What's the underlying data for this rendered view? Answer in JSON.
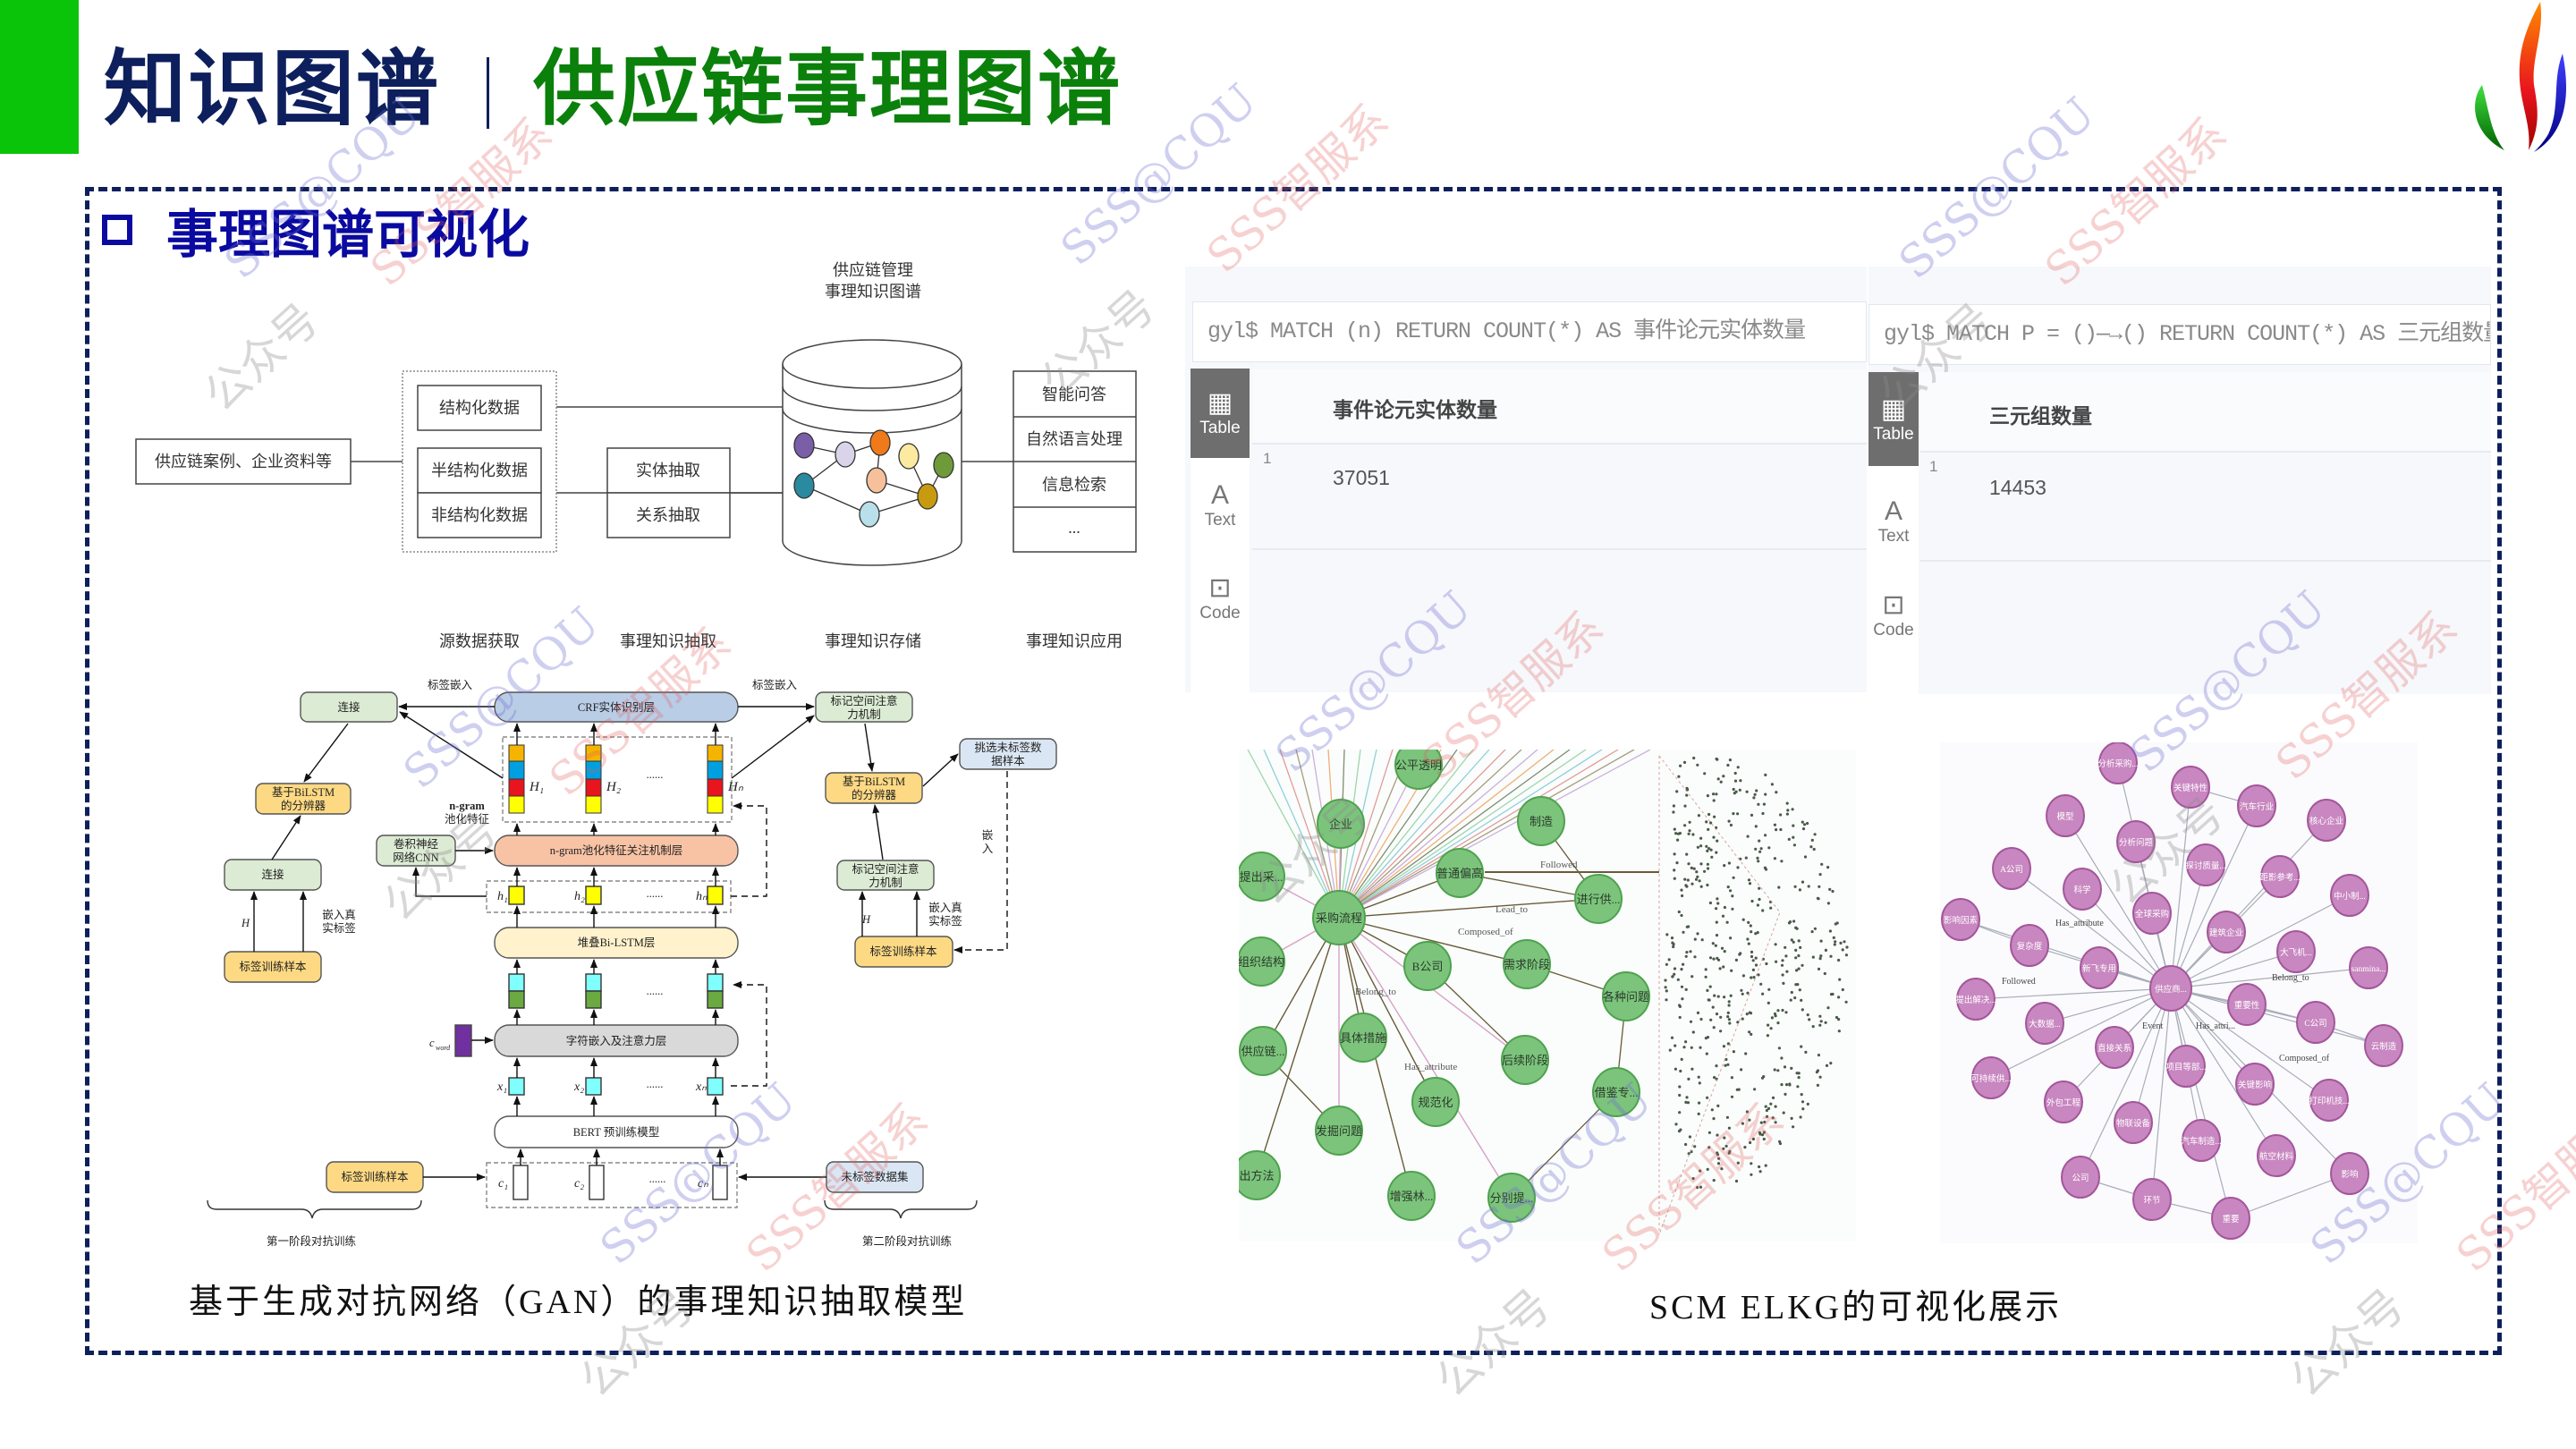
{
  "header": {
    "title_main": "知识图谱",
    "title_sub": "供应链事理图谱"
  },
  "section": {
    "title": "事理图谱可视化"
  },
  "pipeline": {
    "source": "供应链案例、企业资料等",
    "data_types": [
      "结构化数据",
      "半结构化数据",
      "非结构化数据"
    ],
    "extraction": [
      "实体抽取",
      "关系抽取"
    ],
    "kg_title": [
      "供应链管理",
      "事理知识图谱"
    ],
    "applications": [
      "智能问答",
      "自然语言处理",
      "信息检索",
      "..."
    ],
    "stages": [
      "源数据获取",
      "事理知识抽取",
      "事理知识存储",
      "事理知识应用"
    ]
  },
  "gan": {
    "crf": "CRF实体识别层",
    "ngram_layer": "n-gram池化特征关注机制层",
    "bilstm_layer": "堆叠Bi-LSTM层",
    "char_layer": "字符嵌入及注意力层",
    "bert": "BERT 预训练模型",
    "cnn": [
      "卷积神经",
      "网络CNN"
    ],
    "ngram_feature": [
      "n-gram",
      "池化特征"
    ],
    "label_embed": "标签嵌入",
    "concat": "连接",
    "discriminator": [
      "基于BiLSTM",
      "的分辨器"
    ],
    "label_attention": [
      "标记空间注意",
      "力机制"
    ],
    "select_unlabeled": [
      "挑选未标签数",
      "据样本"
    ],
    "label_train": "标签训练样本",
    "unlabeled_set": "未标签数据集",
    "embed_true": [
      "嵌入真",
      "实标签"
    ],
    "embed": [
      "嵌",
      "入"
    ],
    "H": "H",
    "H_cols": [
      "H₁",
      "H₂",
      "Hₙ"
    ],
    "h_cols": [
      "h₁",
      "h₂",
      "hₙ"
    ],
    "x_cols": [
      "x₁",
      "x₂",
      "xₙ"
    ],
    "c_cols": [
      "c₁",
      "c₂",
      "cₙ"
    ],
    "c_word": "c",
    "c_word_sub": "word",
    "ellipsis": "......",
    "stage1": "第一阶段对抗训练",
    "stage2": "第二阶段对抗训练",
    "colors": {
      "crf": "#b9cde6",
      "ngram": "#f8c3a5",
      "bilstm": "#fff2cc",
      "char": "#d9d9d9",
      "green_box": "#dcebd4",
      "yellow_box": "#fdd983",
      "blue_box": "#dae6f3"
    }
  },
  "captions": {
    "left": "基于生成对抗网络（GAN）的事理知识抽取模型",
    "right": "SCM ELKG的可视化展示"
  },
  "query_panels": [
    {
      "query": "gyl$ MATCH (n) RETURN COUNT(*) AS 事件论元实体数量",
      "tabs": [
        "Table",
        "Text",
        "Code"
      ],
      "column": "事件论元实体数量",
      "row_index": "1",
      "value": "37051"
    },
    {
      "query": "gyl$ MATCH P = ()—→() RETURN COUNT(*) AS 三元组数量",
      "tabs": [
        "Table",
        "Text",
        "Code"
      ],
      "column": "三元组数量",
      "row_index": "1",
      "value": "14453"
    }
  ],
  "graph_green": {
    "center": "采购流程",
    "nodes": [
      "企业",
      "公平透明",
      "制造",
      "提出采...",
      "普通偏高",
      "进行供...",
      "组织结构",
      "B公司",
      "需求阶段",
      "各种问题",
      "供应链...",
      "具体措施",
      "后续阶段",
      "规范化",
      "借鉴专...",
      "发掘问题",
      "出方法",
      "增强林...",
      "分别提..."
    ],
    "edge_labels": [
      "Followed",
      "Lead_to",
      "Belong_to",
      "Composed_of",
      "Has_attribute"
    ],
    "color": "#7cc47c"
  },
  "graph_purple": {
    "center": "供应商...",
    "nodes": [
      "分析采购...",
      "关键特性",
      "汽车行业",
      "模型",
      "核心企业",
      "分析问题",
      "探讨质量...",
      "A公司",
      "距影参考...",
      "科学",
      "中小制...",
      "全球采购",
      "影响因素",
      "建筑企业",
      "复杂度",
      "大飞机...",
      "sanmina...",
      "新飞专用",
      "提出解决...",
      "重要性",
      "C公司",
      "大数据...",
      "直接关系",
      "云制造",
      "可持续供...",
      "项目等部...",
      "关键影响",
      "打印机技...",
      "外包工程",
      "物联设备",
      "汽车制造...",
      "航空材料",
      "公司",
      "影响",
      "环节",
      "重要"
    ],
    "edge_labels": [
      "Belong_to",
      "Has_attribute",
      "Followed",
      "Event",
      "Composed_of",
      "Has_attri..."
    ],
    "color": "#c887c0"
  },
  "watermarks": [
    "SSS@CQU",
    "SSS智服系",
    "公众号"
  ]
}
